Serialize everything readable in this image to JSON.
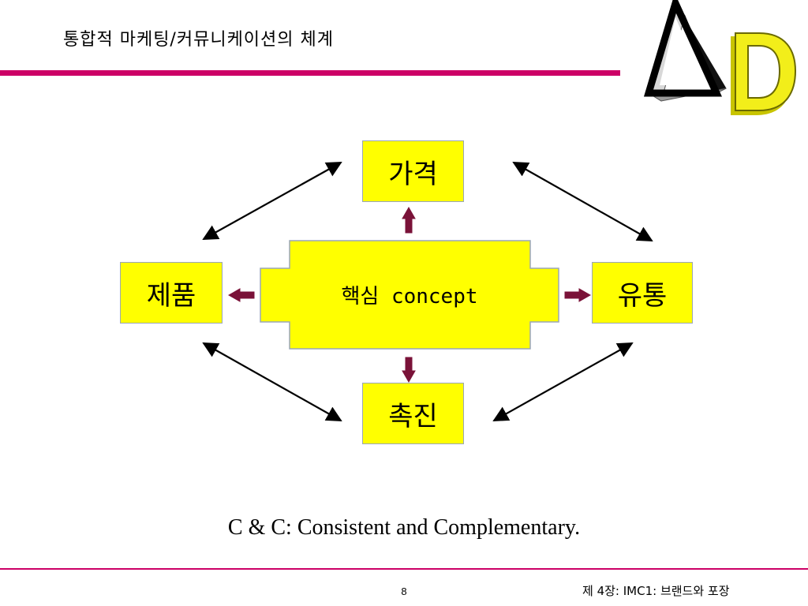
{
  "slide": {
    "title": "통합적 마케팅/커뮤니케이션의 체계",
    "caption": "C & C: Consistent and Complementary.",
    "footer_chapter": "제 4장: IMC1: 브랜드와 포장",
    "page_number": "8"
  },
  "diagram": {
    "core_label": "핵심 concept",
    "nodes": {
      "price": "가격",
      "product": "제품",
      "place": "유통",
      "promotion": "촉진"
    }
  },
  "colors": {
    "accent": "#cc0066",
    "box_fill": "#ffff00",
    "arrow_fill": "#7a1238",
    "logo_yellow": "#f2ee1a"
  },
  "logo": {
    "type": "3d-delta-d-logo"
  }
}
